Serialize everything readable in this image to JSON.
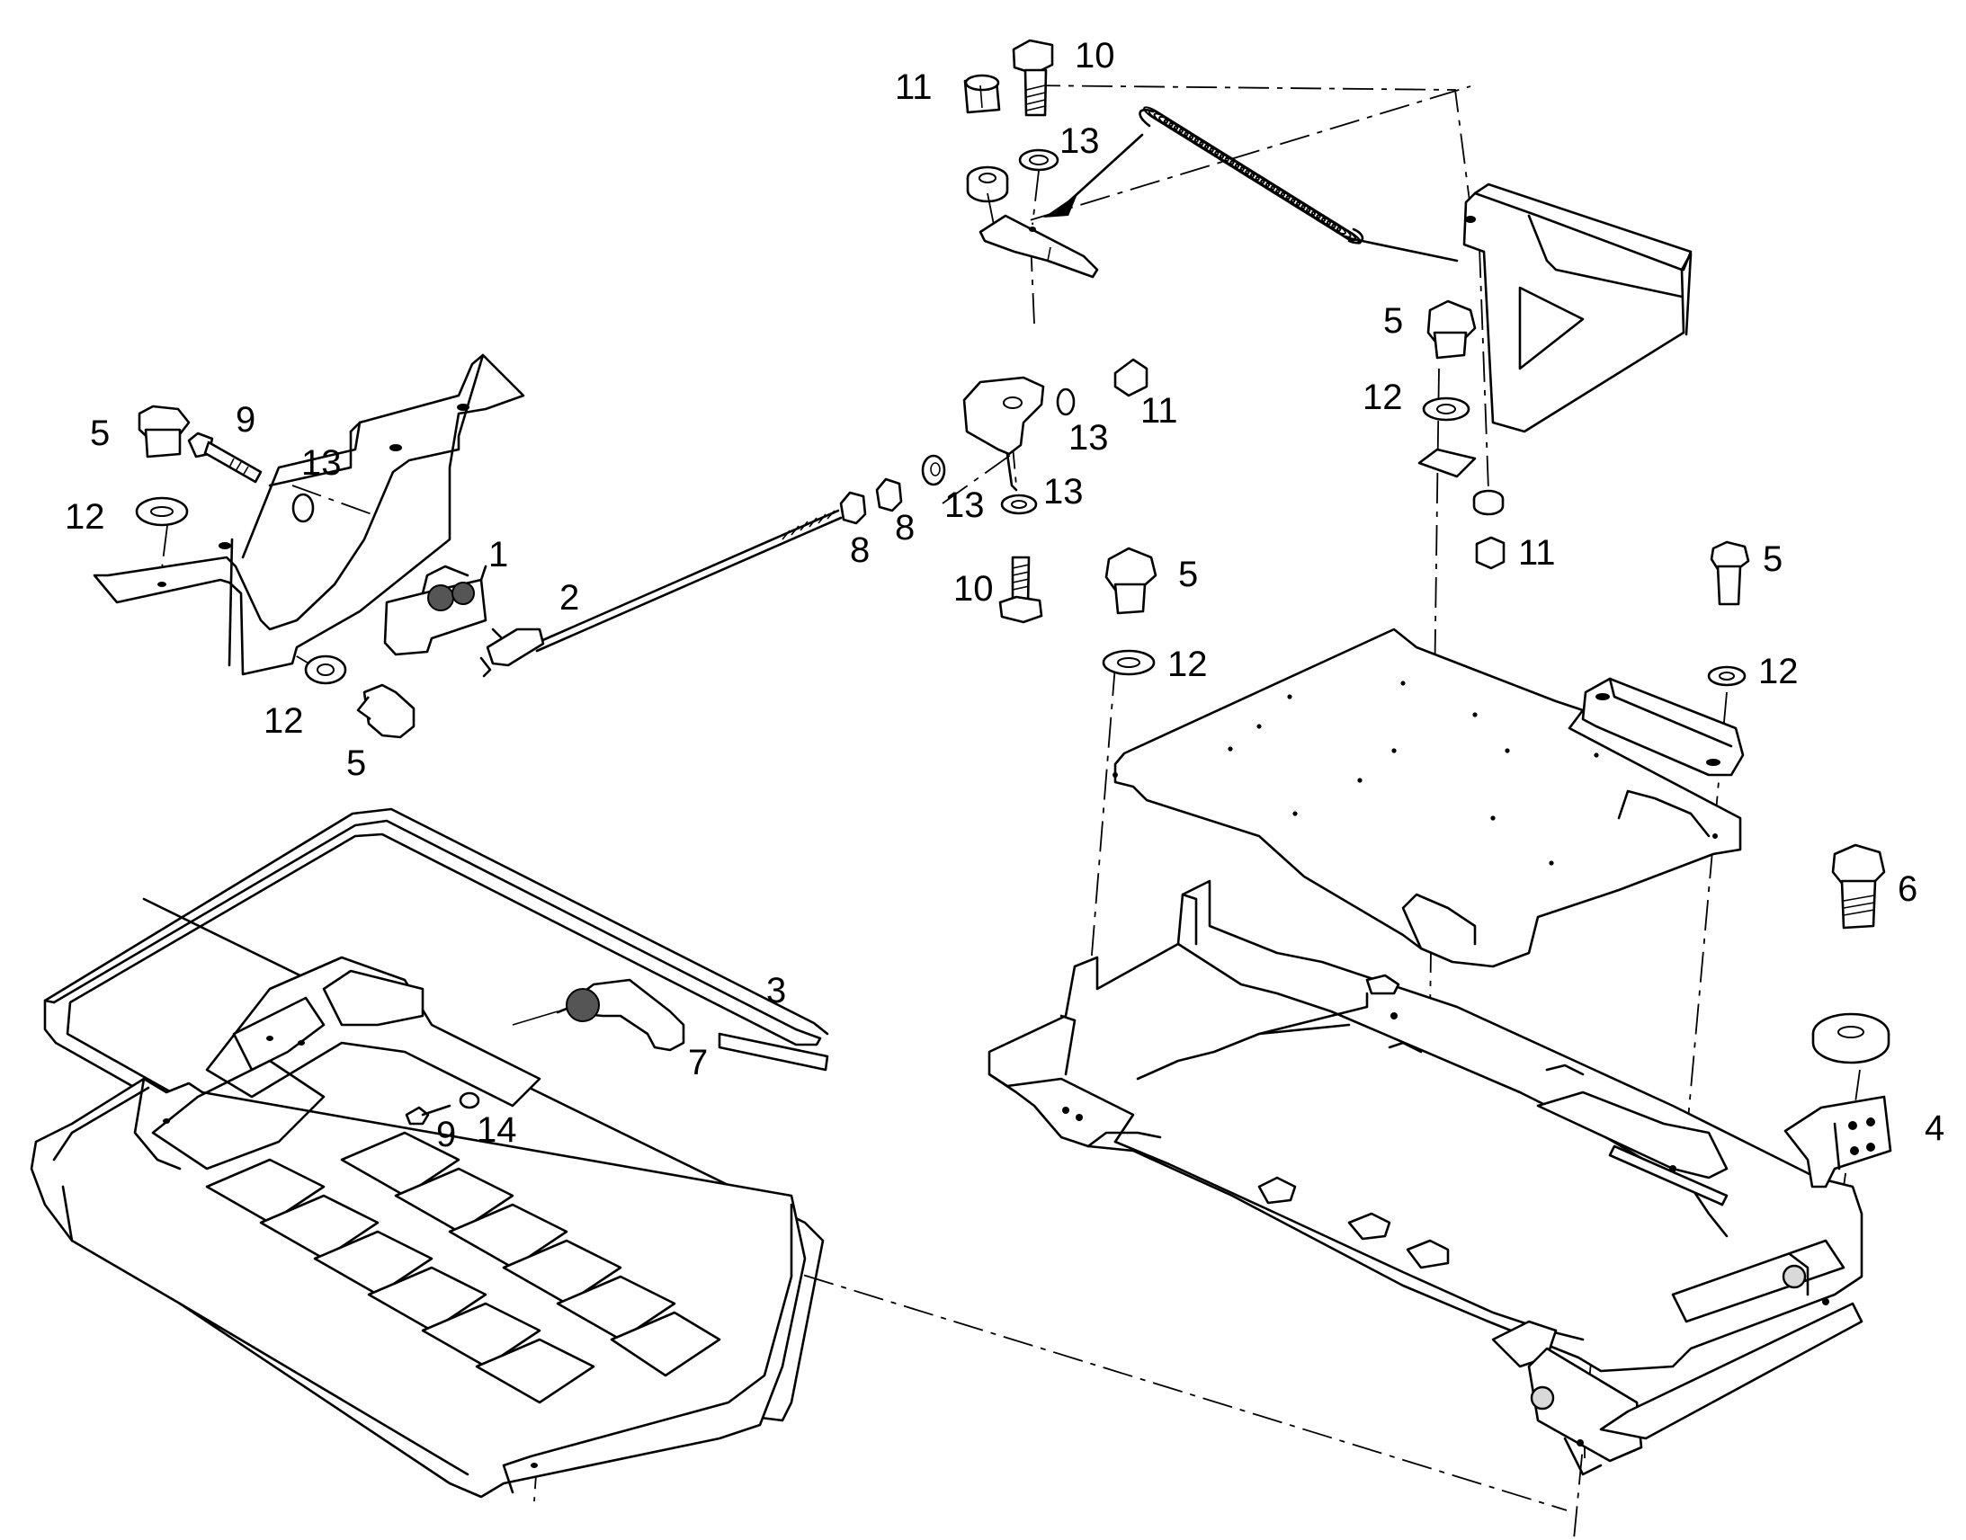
{
  "labels": [
    {
      "id": "label-1",
      "text": "1"
    },
    {
      "id": "label-2",
      "text": "2"
    },
    {
      "id": "label-3",
      "text": "3"
    },
    {
      "id": "label-4",
      "text": "4"
    },
    {
      "id": "label-5a",
      "text": "5"
    },
    {
      "id": "label-5b",
      "text": "5"
    },
    {
      "id": "label-5c",
      "text": "5"
    },
    {
      "id": "label-5d",
      "text": "5"
    },
    {
      "id": "label-5e",
      "text": "5"
    },
    {
      "id": "label-6",
      "text": "6"
    },
    {
      "id": "label-7",
      "text": "7"
    },
    {
      "id": "label-8a",
      "text": "8"
    },
    {
      "id": "label-8b",
      "text": "8"
    },
    {
      "id": "label-9a",
      "text": "9"
    },
    {
      "id": "label-9b",
      "text": "9"
    },
    {
      "id": "label-10a",
      "text": "10"
    },
    {
      "id": "label-10b",
      "text": "10"
    },
    {
      "id": "label-11a",
      "text": "11"
    },
    {
      "id": "label-11b",
      "text": "11"
    },
    {
      "id": "label-11c",
      "text": "11"
    },
    {
      "id": "label-12a",
      "text": "12"
    },
    {
      "id": "label-12b",
      "text": "12"
    },
    {
      "id": "label-12c",
      "text": "12"
    },
    {
      "id": "label-12d",
      "text": "12"
    },
    {
      "id": "label-12e",
      "text": "12"
    },
    {
      "id": "label-13a",
      "text": "13"
    },
    {
      "id": "label-13b",
      "text": "13"
    },
    {
      "id": "label-13c",
      "text": "13"
    },
    {
      "id": "label-13d",
      "text": "13"
    },
    {
      "id": "label-13e",
      "text": "13"
    },
    {
      "id": "label-14",
      "text": "14"
    }
  ]
}
